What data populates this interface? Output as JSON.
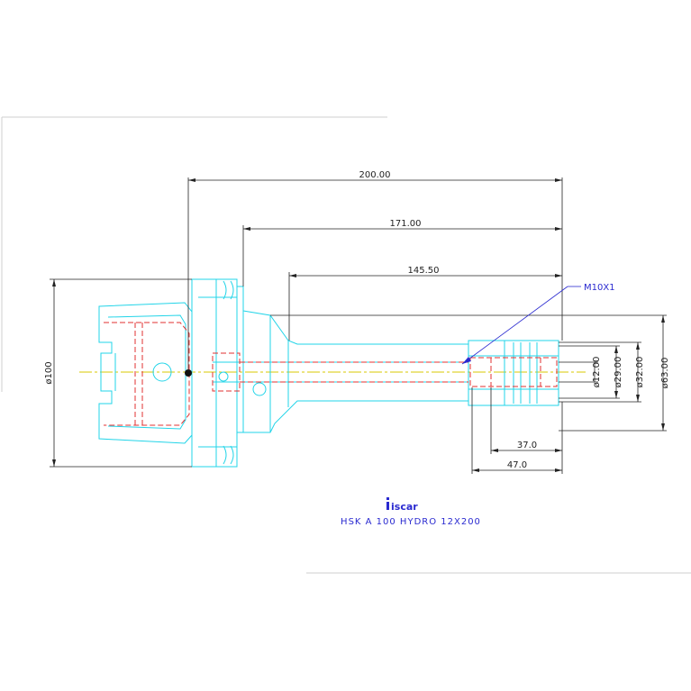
{
  "drawing": {
    "title": "HSK A 100 HYDRO 12X200",
    "logo_text": "iscar",
    "thread_callout": "M10X1",
    "dimensions": {
      "total_length": "200.00",
      "length_171": "171.00",
      "length_145": "145.50",
      "length_37": "37.0",
      "length_47": "47.0",
      "dia_100": "ø100",
      "dia_12": "ø12.00",
      "dia_29": "ø29.00",
      "dia_32": "ø32.00",
      "dia_63": "ø63.00"
    },
    "colors": {
      "outline": "#22d4e8",
      "hidden": "#e03030",
      "dimension": "#222222",
      "callout": "#2a2ad0",
      "centerline": "#d8c800"
    }
  }
}
